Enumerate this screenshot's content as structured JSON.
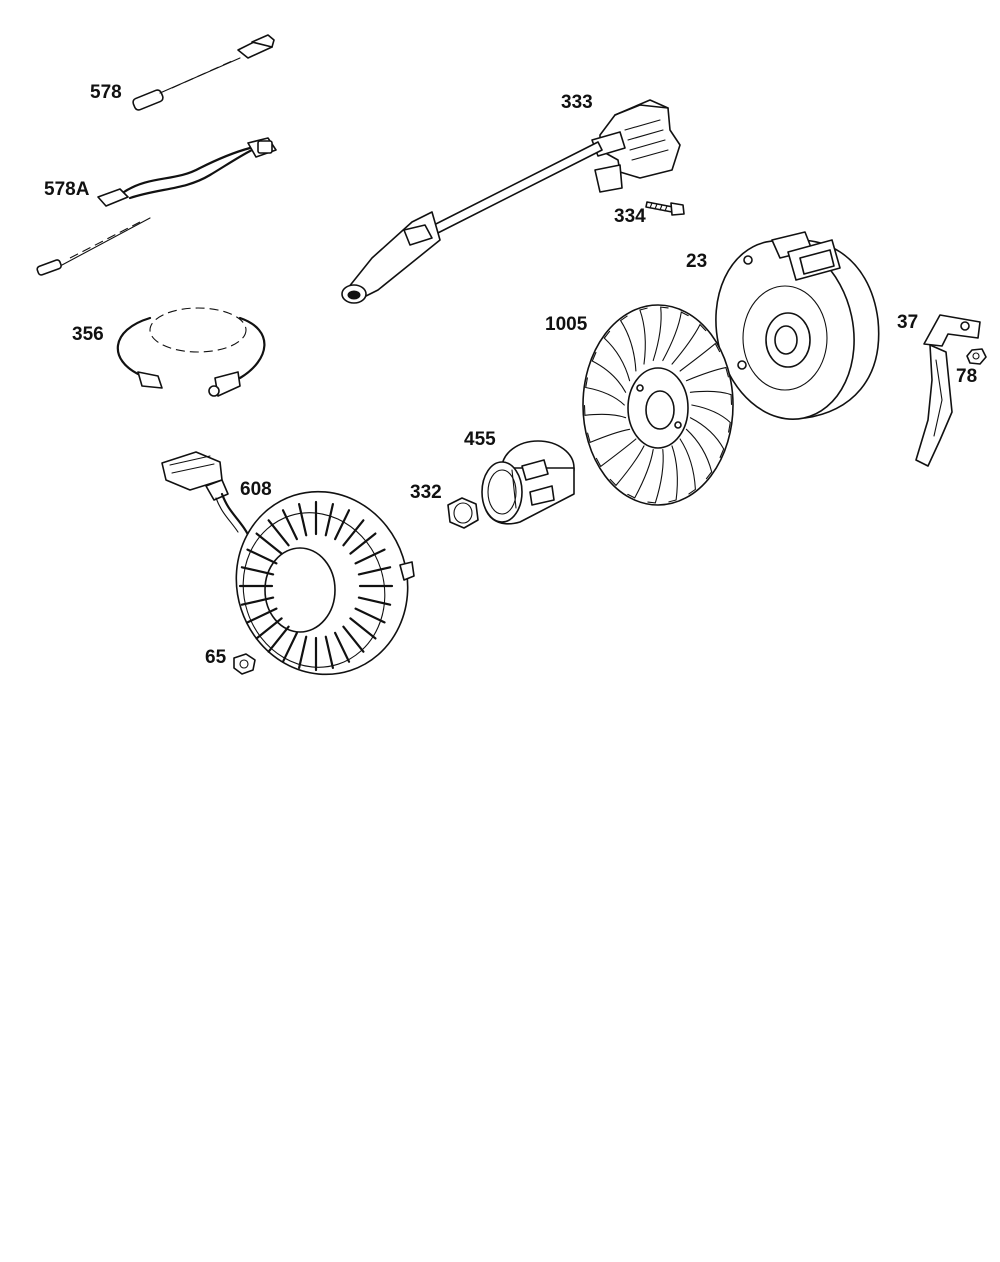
{
  "labels": {
    "p578": "578",
    "p578A": "578A",
    "p333": "333",
    "p334": "334",
    "p23": "23",
    "p356": "356",
    "p1005": "1005",
    "p37": "37",
    "p78": "78",
    "p455": "455",
    "p608": "608",
    "p332": "332",
    "p65": "65"
  },
  "colors": {
    "line": "#111111",
    "background": "#ffffff"
  }
}
